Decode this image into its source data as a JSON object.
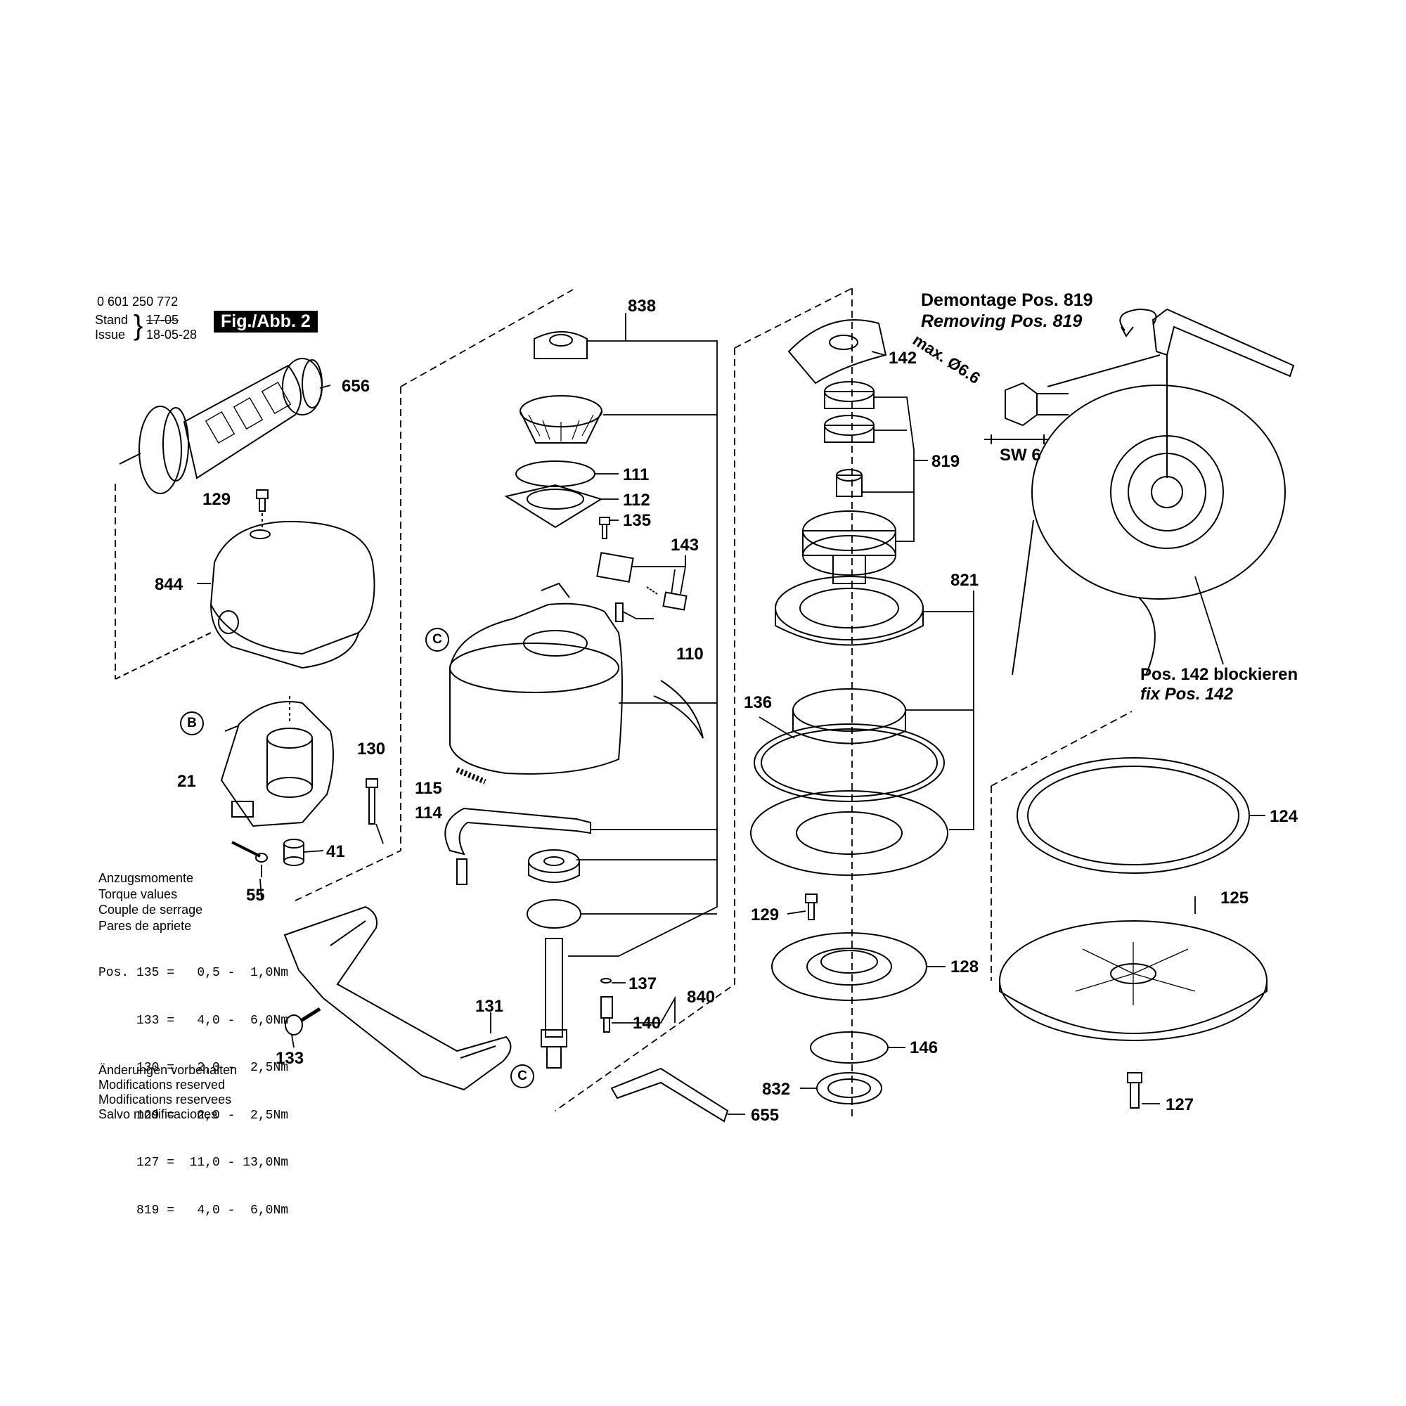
{
  "header": {
    "part_number": "0 601 250 772",
    "stand_label": "Stand",
    "stand_value": "17-05",
    "issue_label": "Issue",
    "issue_value": "18-05-28",
    "figure_label": "Fig./Abb. 2"
  },
  "demontage": {
    "line1": "Demontage Pos. 819",
    "line2": "Removing Pos. 819",
    "max_diameter": "max. Ø6.6",
    "wrench_size": "SW 6",
    "block_line1": "Pos. 142 blockieren",
    "block_line2": "fix Pos. 142"
  },
  "torque": {
    "title_lines": [
      "Anzugsmomente",
      "Torque values",
      "Couple de serrage",
      "Pares de apriete"
    ],
    "rows": [
      "Pos. 135 =   0,5 -  1,0Nm",
      "     133 =   4,0 -  6,0Nm",
      "     130 =   2,0 -  2,5Nm",
      "     129 =   2,0 -  2,5Nm",
      "     127 =  11,0 - 13,0Nm",
      "     819 =   4,0 -  6,0Nm"
    ]
  },
  "modifications": [
    "Änderungen vorbehalten",
    "Modifications reserved",
    "Modifications reservees",
    "Salvo modificaciones"
  ],
  "callouts": {
    "c838": "838",
    "c656": "656",
    "c129a": "129",
    "c844": "844",
    "c21": "21",
    "c130": "130",
    "c41": "41",
    "c55": "55",
    "c111": "111",
    "c112": "112",
    "c135": "135",
    "c143": "143",
    "c110": "110",
    "c115": "115",
    "c114": "114",
    "c131": "131",
    "c133": "133",
    "c137": "137",
    "c140": "140",
    "c840": "840",
    "c655": "655",
    "c142": "142",
    "c819": "819",
    "c821": "821",
    "c136": "136",
    "c129b": "129",
    "c128": "128",
    "c146": "146",
    "c832": "832",
    "c124": "124",
    "c125": "125",
    "c127": "127"
  },
  "markers": {
    "b": "B",
    "c1": "C",
    "c2": "C"
  }
}
